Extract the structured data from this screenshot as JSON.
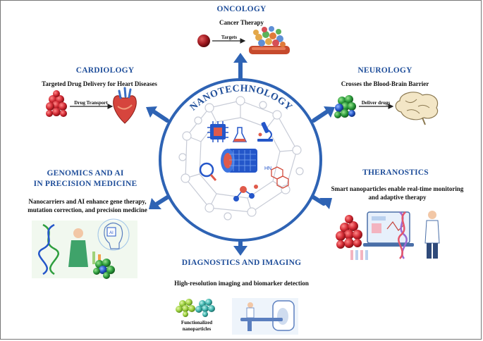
{
  "center": {
    "title": "NANOTECHNOLOGY"
  },
  "oncology": {
    "title": "ONCOLOGY",
    "subtitle": "Cancer Therapy",
    "arrow_label": "Targets"
  },
  "cardiology": {
    "title": "CARDIOLOGY",
    "subtitle": "Targeted Drug Delivery for Heart Diseases",
    "arrow_label": "Drug Transport"
  },
  "neurology": {
    "title": "NEUROLOGY",
    "subtitle": "Crosses the Blood-Brain Barrier",
    "arrow_label": "Deliver drugs"
  },
  "genomics": {
    "title_line1": "GENOMICS AND AI",
    "title_line2": "IN PRECISION MEDICINE",
    "text_line1": "Nanocarriers and AI enhance gene therapy,",
    "text_line2": "mutation correction, and precision medicine",
    "chip_label": "AI"
  },
  "theranostics": {
    "title": "THERANOSTICS",
    "text_line1": "Smart nanoparticles enable real-time monitoring",
    "text_line2": "and adaptive therapy"
  },
  "diagnostics": {
    "title": "DIAGNOSTICS AND IMAGING",
    "subtitle": "High-resolution imaging and biomarker detection",
    "np_line1": "Functionalized",
    "np_line2": "nanoparticles"
  },
  "hub_labels": {
    "hn": "HN"
  },
  "colors": {
    "accent_blue": "#2e63b4",
    "heading_blue": "#1f4e9a",
    "particle_red": "#d32b35",
    "particle_green": "#2e9e3e",
    "particle_teal": "#3fb3ad"
  }
}
